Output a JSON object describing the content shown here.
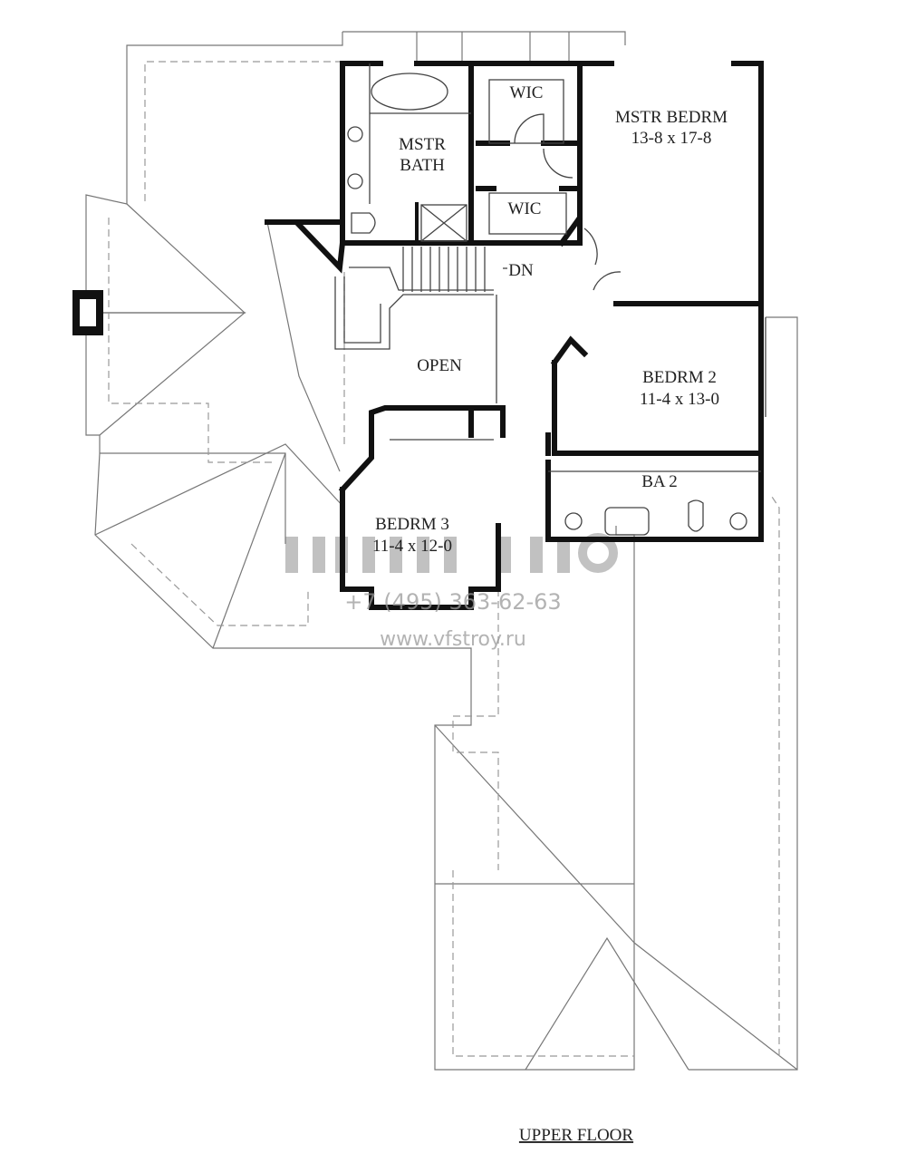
{
  "title": "UPPER FLOOR",
  "rooms": {
    "mstr_bath": {
      "line1": "MSTR",
      "line2": "BATH"
    },
    "wic_top": {
      "name": "WIC"
    },
    "wic_bottom": {
      "name": "WIC"
    },
    "mstr_bedrm": {
      "name": "MSTR BEDRM",
      "size": "13-8 x 17-8"
    },
    "stairs": {
      "label": "DN"
    },
    "open": {
      "name": "OPEN"
    },
    "bedrm2": {
      "name": "BEDRM 2",
      "size": "11-4 x 13-0"
    },
    "ba2": {
      "name": "BA 2"
    },
    "bedrm3": {
      "name": "BEDRM 3",
      "size": "11-4 x 12-0"
    }
  },
  "watermark": {
    "phone": "+7 (495) 363-62-63",
    "website": "www.vfstroy.ru"
  }
}
